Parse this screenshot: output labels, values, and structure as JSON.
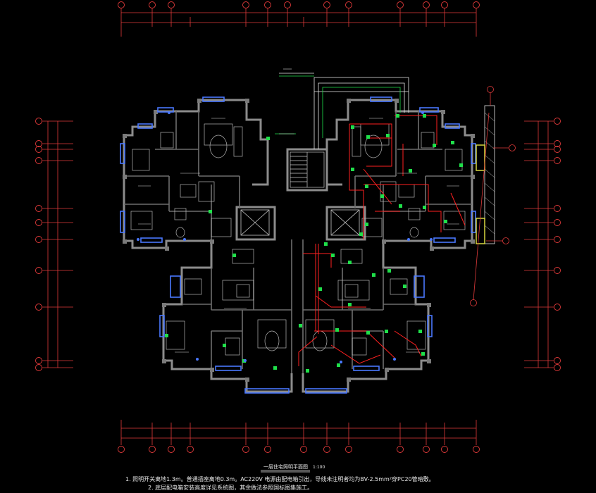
{
  "drawing": {
    "background": "#000000",
    "colors": {
      "wall": "#8c8c8c",
      "wall_dark": "#5a5a5a",
      "dimension": "#e03a3a",
      "electrical_red": "#ff2020",
      "device_green": "#1fe04a",
      "window_blue": "#4a78ff",
      "annotation_white": "#e8e8e8",
      "accent_yellow": "#d8d840"
    },
    "title": "一层住宅照明平面图",
    "scale": "1:100",
    "notes": [
      "1. 照明开关离地1.3m。普通插座离地0.3m。AC220V 电源由配电箱引出，导线未注明者均为BV-2.5mm²穿PC20管暗敷。",
      "2. 底层配电箱安装高度详见系统图，其余做法参照国标图集施工。"
    ]
  }
}
